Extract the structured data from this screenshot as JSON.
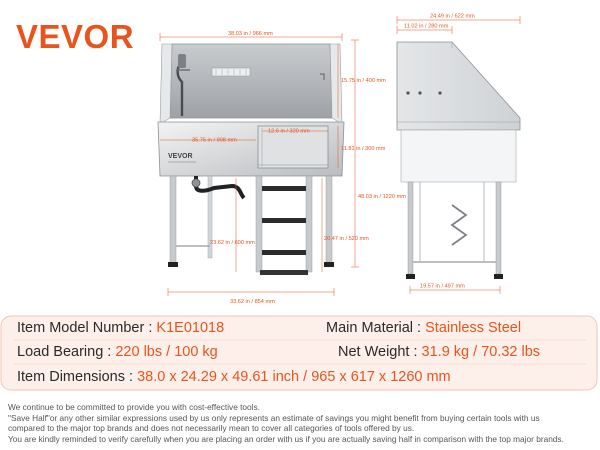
{
  "brand": {
    "logo_text": "VEVOR",
    "accent_color": "#e8541e"
  },
  "product_labels": {
    "front_plate": "VEVOR"
  },
  "dimensions": {
    "front_width": "38.03 in / 966 mm",
    "inner_width": "35.75 in / 908 mm",
    "door_width": "12.6 in / 320 mm",
    "back_height": "15.75 in / 400 mm",
    "door_height": "11.81 in / 300 mm",
    "total_height": "48.03 in / 1220 mm",
    "step_height": "23.62 in / 600 mm",
    "leg_height": "20.47 in / 520 mm",
    "base_width": "33.62 in / 854 mm",
    "side_depth": "24.49 in / 622 mm",
    "side_top": "11.02 in / 280 mm",
    "side_base": "19.57 in / 497 mm"
  },
  "specs": {
    "model_label": "Item Model Number : ",
    "model_value": "K1E01018",
    "material_label": "Main Material : ",
    "material_value": "Stainless Steel",
    "load_label": "Load Bearing : ",
    "load_value": "220 lbs / 100 kg",
    "weight_label": "Net Weight : ",
    "weight_value": "31.9 kg / 70.32 lbs",
    "dims_label": "Item Dimensions : ",
    "dims_value": "38.0 x 24.29 x 49.61 inch / 965 x 617 x 1260 mm"
  },
  "disclaimer": [
    "We continue to be committed to provide you with cost-effective tools.",
    "\"Save Half\"or any other similar expressions used by us only represents an estimate of savings you might benefit from buying certain tools with us",
    "compared to the major top brands and does not necessarily mean to cover all categories of tools offered by us.",
    "You are kindly reminded to verify carefully when you are placing an order with us if you are actually saving half in comparison with the top major brands."
  ]
}
